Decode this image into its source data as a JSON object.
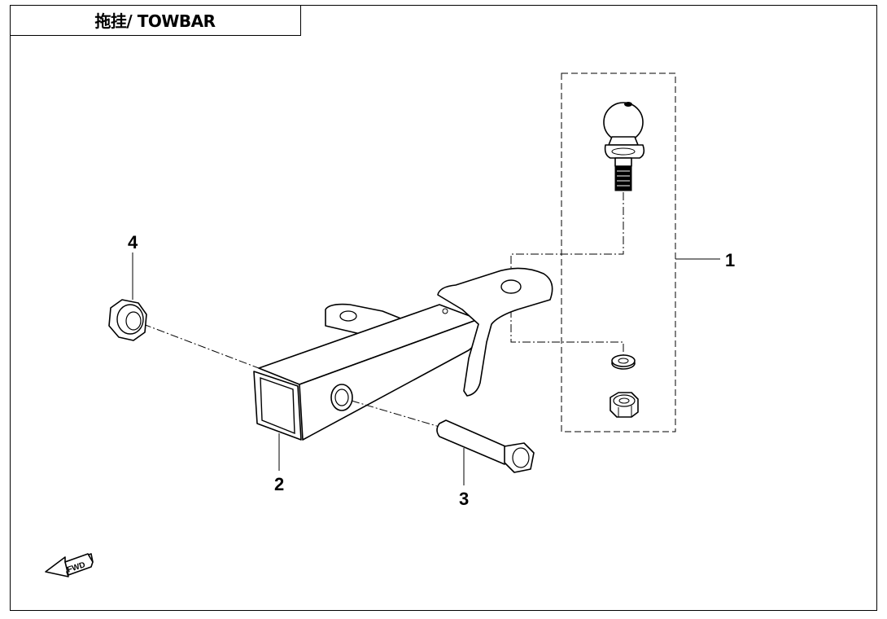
{
  "diagram": {
    "title": "拖挂/ TOWBAR",
    "callouts": [
      {
        "id": "1",
        "label": "1"
      },
      {
        "id": "2",
        "label": "2"
      },
      {
        "id": "3",
        "label": "3"
      },
      {
        "id": "4",
        "label": "4"
      }
    ],
    "direction_marker": "FWD"
  }
}
